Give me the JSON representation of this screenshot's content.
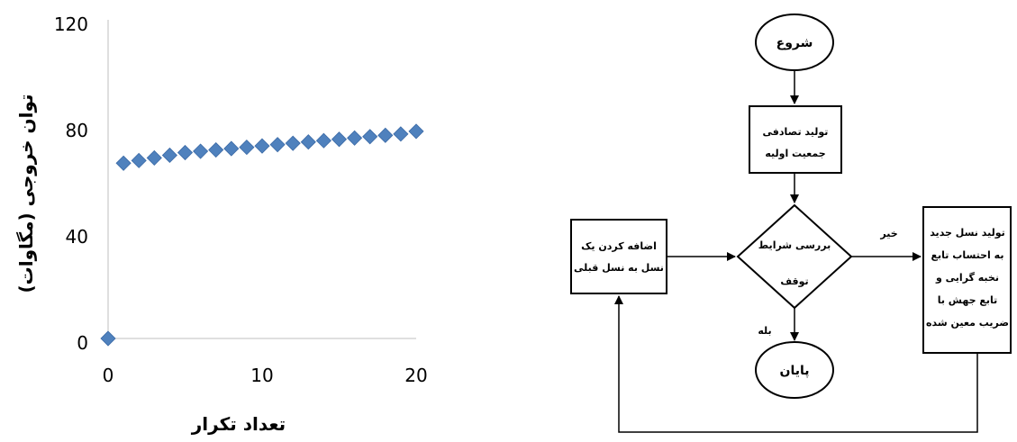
{
  "chart_data": {
    "type": "scatter",
    "xlabel": "تعداد تکرار",
    "ylabel": "توان خروجی (مگاوات)",
    "xlim": [
      0,
      20
    ],
    "ylim": [
      0,
      120
    ],
    "x_ticks": [
      "0",
      "10",
      "20"
    ],
    "y_ticks": [
      "0",
      "40",
      "80",
      "120"
    ],
    "grid": false,
    "marker": "diamond",
    "color": "#4F81BD",
    "points": [
      {
        "x": 0,
        "y": 0
      },
      {
        "x": 1,
        "y": 66
      },
      {
        "x": 2,
        "y": 67
      },
      {
        "x": 3,
        "y": 68
      },
      {
        "x": 4,
        "y": 69
      },
      {
        "x": 5,
        "y": 70
      },
      {
        "x": 6,
        "y": 70.5
      },
      {
        "x": 7,
        "y": 71
      },
      {
        "x": 8,
        "y": 71.5
      },
      {
        "x": 9,
        "y": 72
      },
      {
        "x": 10,
        "y": 72.5
      },
      {
        "x": 11,
        "y": 73
      },
      {
        "x": 12,
        "y": 73.5
      },
      {
        "x": 13,
        "y": 74
      },
      {
        "x": 14,
        "y": 74.5
      },
      {
        "x": 15,
        "y": 75
      },
      {
        "x": 16,
        "y": 75.5
      },
      {
        "x": 17,
        "y": 76
      },
      {
        "x": 18,
        "y": 76.5
      },
      {
        "x": 19,
        "y": 77
      },
      {
        "x": 20,
        "y": 78
      }
    ]
  },
  "flowchart": {
    "start": "شروع",
    "init_line1": "تولید تصادفی",
    "init_line2": "جمعیت اولیه",
    "check_line1": "بررسی شرایط",
    "check_line2": "توقف",
    "no_label": "خیر",
    "yes_label": "بله",
    "end": "پایان",
    "add_line1": "اضافه کردن یک",
    "add_line2": "نسل به نسل قبلی",
    "gen_line1": "تولید نسل جدید",
    "gen_line2": "به احتساب تابع",
    "gen_line3": "نخبه گرایی و",
    "gen_line4": "تابع جهش با",
    "gen_line5": "ضریب معین شده"
  }
}
